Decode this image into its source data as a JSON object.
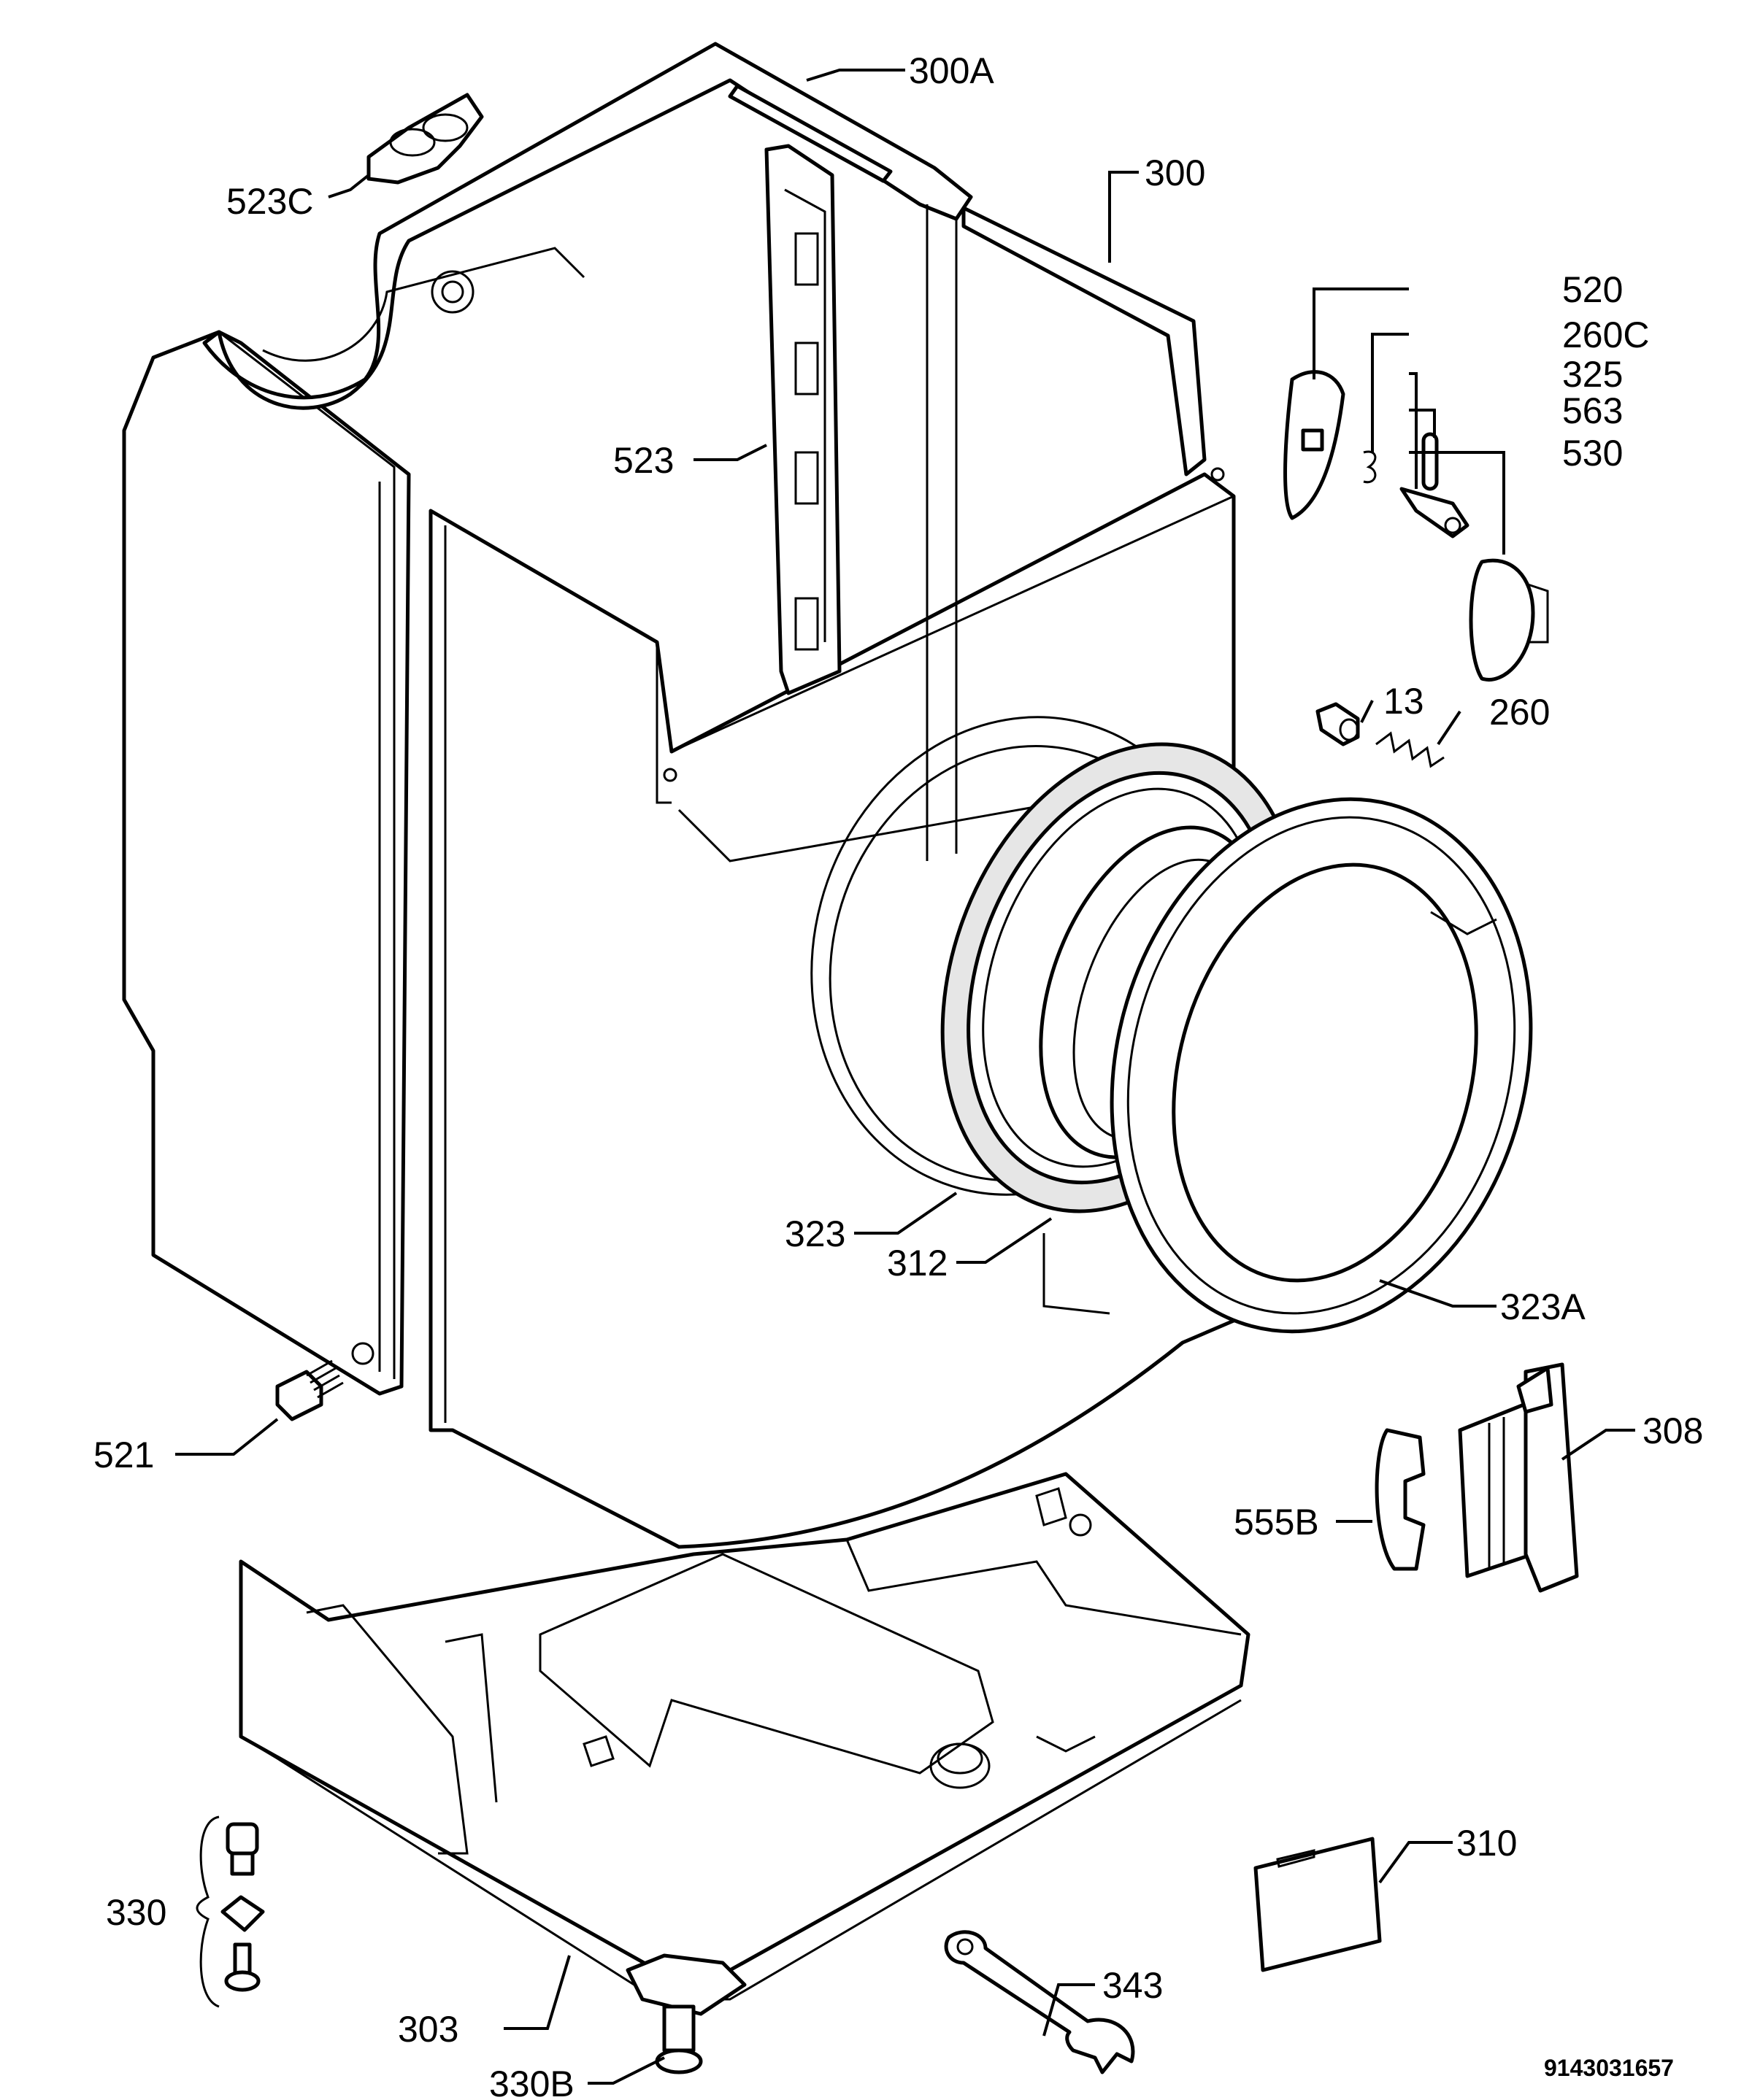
{
  "callouts": {
    "c300A": "300A",
    "c523C": "523C",
    "c300": "300",
    "c520": "520",
    "c260C": "260C",
    "c325": "325",
    "c563": "563",
    "c530": "530",
    "c523": "523",
    "c13": "13",
    "c260": "260",
    "c323": "323",
    "c312": "312",
    "c323A": "323A",
    "c521": "521",
    "c308": "308",
    "c555B": "555B",
    "c310": "310",
    "c330": "330",
    "c303": "303",
    "c343": "343",
    "c330B": "330B"
  },
  "drawing_number": "9143031657"
}
